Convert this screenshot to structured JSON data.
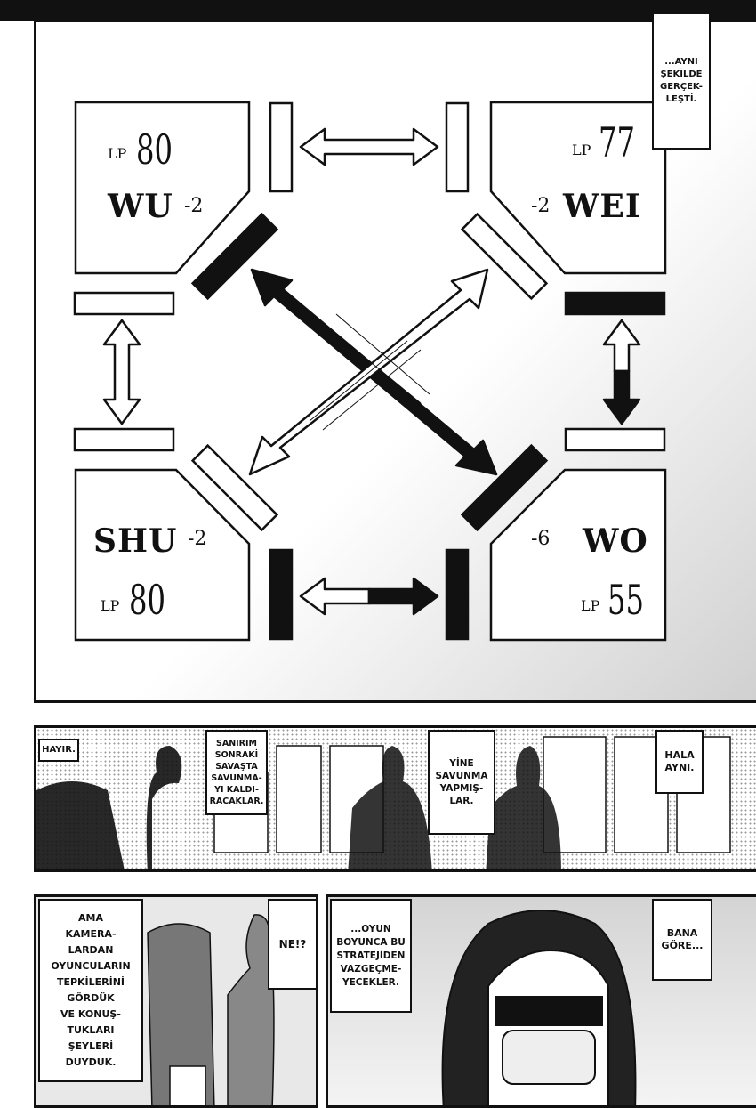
{
  "top_caption": "...AYNI\nŞEKİLDE\nGERÇEK-\nLEŞTİ.",
  "players": {
    "wu": {
      "name": "WU",
      "mod": "-2",
      "lp_label": "LP",
      "lp": "80"
    },
    "wei": {
      "name": "WEI",
      "mod": "-2",
      "lp_label": "LP",
      "lp": "77"
    },
    "shu": {
      "name": "SHU",
      "mod": "-2",
      "lp_label": "LP",
      "lp": "80"
    },
    "wo": {
      "name": "WO",
      "mod": "-6",
      "lp_label": "LP",
      "lp": "55"
    }
  },
  "panel2": {
    "hayir": "HAYIR.",
    "sanirim": "SANIRIM\nSONRAKİ\nSAVAŞTA\nSAVUNMA-\nYI KALDI-\nRACAKLAR.",
    "yine": "YİNE\nSAVUNMA\nYAPMIŞ-\nLAR.",
    "hala": "HALA\nAYNI."
  },
  "panel3": {
    "ama": "AMA\nKAMERA-\nLARDAN\nOYUNCULARIN\nTEPKİLERİNİ\nGÖRDÜK\nVE KONUŞ-\nTUKLARI\nŞEYLERİ\nDUYDUK.",
    "ne": "NE!?"
  },
  "panel4": {
    "oyun": "...OYUN\nBOYUNCA BU\nSTRATEJİDEN\nVAZGEÇME-\nYECEKLER.",
    "bana": "BANA\nGÖRE..."
  }
}
